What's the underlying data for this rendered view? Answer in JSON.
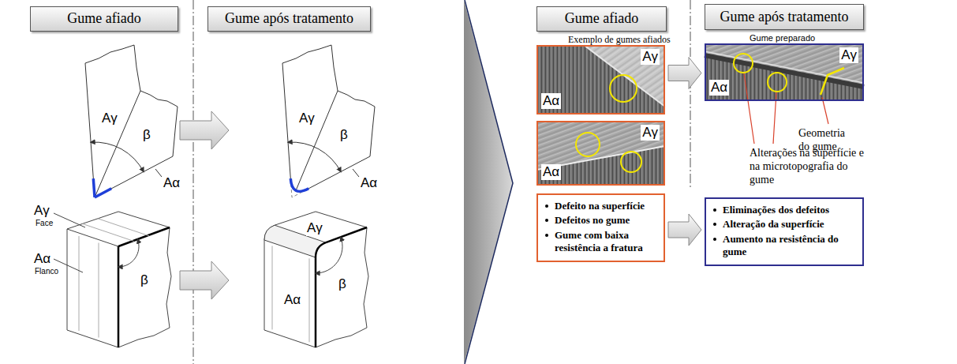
{
  "diagram": {
    "nodes": [
      {
        "text": [
          "Gume afiado"
        ]
      },
      {
        "text": [
          "Gume após tratamento"
        ]
      },
      {
        "text": [
          "Gume afiado"
        ]
      },
      {
        "text": [
          "Gume após tratamento"
        ]
      },
      {
        "text": [
          "Exemplo de gumes afiados",
          "Aγ",
          "Aα"
        ]
      },
      {
        "text": [
          "Aγ",
          "Aα"
        ]
      },
      {
        "text": [
          "Gume preparado",
          "Aγ",
          "Aα"
        ]
      },
      {
        "text": [
          "Defeito na superfície",
          "Defeitos no gume",
          "Gume com baixa resistência a fratura"
        ]
      },
      {
        "text": [
          "Eliminações dos defeitos",
          "Alteração da superfície",
          "Aumento na resistência do gume"
        ]
      }
    ],
    "edges": [
      {
        "from": 4,
        "to": 6,
        "arrow": "to"
      },
      {
        "from": 7,
        "to": 8,
        "arrow": "to"
      }
    ],
    "labels": [
      "Aγ",
      "β",
      "Aα",
      "Aγ",
      "β",
      "Aα",
      "Aγ",
      "Face",
      "Aα",
      "Flanco",
      "β",
      "Aγ",
      "β",
      "Aα",
      "Geometria do gume",
      "Alterações na superfície e na microtopografia do gume"
    ]
  }
}
